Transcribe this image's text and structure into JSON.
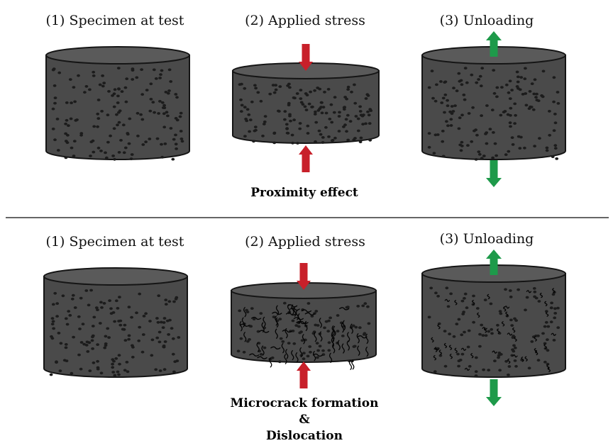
{
  "rows": [
    {
      "stages": [
        {
          "label": "(1) Specimen at test"
        },
        {
          "label": "(2) Applied stress"
        },
        {
          "label": "(3) Unloading"
        }
      ],
      "caption_lines": [
        "Proximity effect"
      ]
    },
    {
      "stages": [
        {
          "label": "(1) Specimen at test"
        },
        {
          "label": "(2) Applied stress"
        },
        {
          "label": "(3) Unloading"
        }
      ],
      "caption_lines": [
        "Microcrack formation",
        "&",
        "Dislocation"
      ]
    }
  ],
  "colors": {
    "specimen_body": "#4a4a4a",
    "specimen_top": "#5a5a5a",
    "outline": "#151515",
    "pore": "#1c1c1c",
    "crack": "#050505",
    "compression_arrow": "#c8202a",
    "tension_arrow": "#1e9a4a",
    "divider": "#333333"
  },
  "icons": {
    "compression_arrow": "red-arrow-icon",
    "tension_arrow": "green-arrow-icon"
  }
}
